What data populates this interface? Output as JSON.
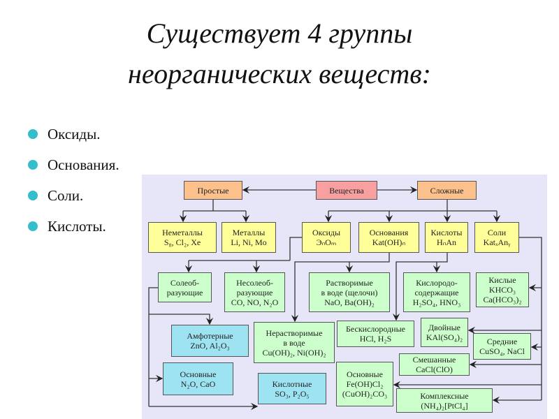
{
  "title": {
    "line1": "Существует 4 группы",
    "line2": "неорганических веществ:"
  },
  "bullets": [
    "Оксиды.",
    "Основания.",
    "Соли.",
    "Кислоты."
  ],
  "colors": {
    "orange": "#fbc08b",
    "pink": "#f8a0a0",
    "yellow": "#ffff99",
    "green": "#ccffcc",
    "cyan": "#9ee3f2",
    "bullet": "#35bccd",
    "diagram_bg": "#e6e6f8"
  },
  "diagram": {
    "boxes": [
      {
        "id": "prostye",
        "color": "orange",
        "lines": [
          "Простые"
        ]
      },
      {
        "id": "veshchestva",
        "color": "pink",
        "lines": [
          "Вещества"
        ]
      },
      {
        "id": "slozhnye",
        "color": "orange",
        "lines": [
          "Сложные"
        ]
      },
      {
        "id": "nemetally",
        "color": "yellow",
        "lines": [
          "Неметаллы",
          "S₈, Cl₂, Xe"
        ]
      },
      {
        "id": "metally",
        "color": "yellow",
        "lines": [
          "Металлы",
          "Li, Ni, Mo"
        ]
      },
      {
        "id": "oksidy",
        "color": "yellow",
        "lines": [
          "Оксиды",
          "ЭₙOₘ"
        ]
      },
      {
        "id": "osnovaniya",
        "color": "yellow",
        "lines": [
          "Основания",
          "Kat(OH)ₙ"
        ]
      },
      {
        "id": "kisloty",
        "color": "yellow",
        "lines": [
          "Кислоты",
          "HₙAn"
        ]
      },
      {
        "id": "soli",
        "color": "yellow",
        "lines": [
          "Соли",
          "KatₓAnᵧ"
        ]
      },
      {
        "id": "soleobr",
        "color": "green",
        "lines": [
          "Солеоб-",
          "разующие"
        ]
      },
      {
        "id": "nesoleobr",
        "color": "green",
        "lines": [
          "Несолеоб-",
          "разующие",
          "CO, NO, N₂O"
        ]
      },
      {
        "id": "rastvorimye",
        "color": "green",
        "lines": [
          "Растворимые",
          "в воде (щелочи)",
          "NaO, Ba(OH)₂"
        ]
      },
      {
        "id": "kislorodosod",
        "color": "green",
        "lines": [
          "Кислородо-",
          "содержащие",
          "H₂SO₄, HNO₃"
        ]
      },
      {
        "id": "kislye",
        "color": "green",
        "lines": [
          "Кислые",
          "KHCO₃",
          "Ca(HCO₃)₂"
        ]
      },
      {
        "id": "amfoternye",
        "color": "cyan",
        "lines": [
          "Амфотерные",
          "ZnO, Al₂O₃"
        ]
      },
      {
        "id": "nerastvorimye",
        "color": "green",
        "lines": [
          "Нерастворимые",
          "в воде",
          "Cu(OH)₂, Ni(OH)₂"
        ]
      },
      {
        "id": "beskislorodnye",
        "color": "green",
        "lines": [
          "Бескислородные",
          "HCl, H₂S"
        ]
      },
      {
        "id": "dvoynye",
        "color": "green",
        "lines": [
          "Двойные",
          "KAl(SO₄)₂"
        ]
      },
      {
        "id": "srednie",
        "color": "green",
        "lines": [
          "Средние",
          "CuSO₄, NaCl"
        ]
      },
      {
        "id": "osnovnye-oksidy",
        "color": "cyan",
        "lines": [
          "Основные",
          "N₂O, CaO"
        ]
      },
      {
        "id": "kislotnye",
        "color": "cyan",
        "lines": [
          "Кислотные",
          "SO₃, P₂O₅"
        ]
      },
      {
        "id": "smeshannye",
        "color": "green",
        "lines": [
          "Смешанные",
          "CaCl(ClO)"
        ]
      },
      {
        "id": "osnovnye-soli",
        "color": "green",
        "lines": [
          "Основные",
          "Fe(OH)Cl₂",
          "(CuOH)₂CO₃"
        ]
      },
      {
        "id": "kompleksnye",
        "color": "green",
        "lines": [
          "Комплексные",
          "(NH₄)₂[PtCl₄]"
        ]
      }
    ]
  }
}
